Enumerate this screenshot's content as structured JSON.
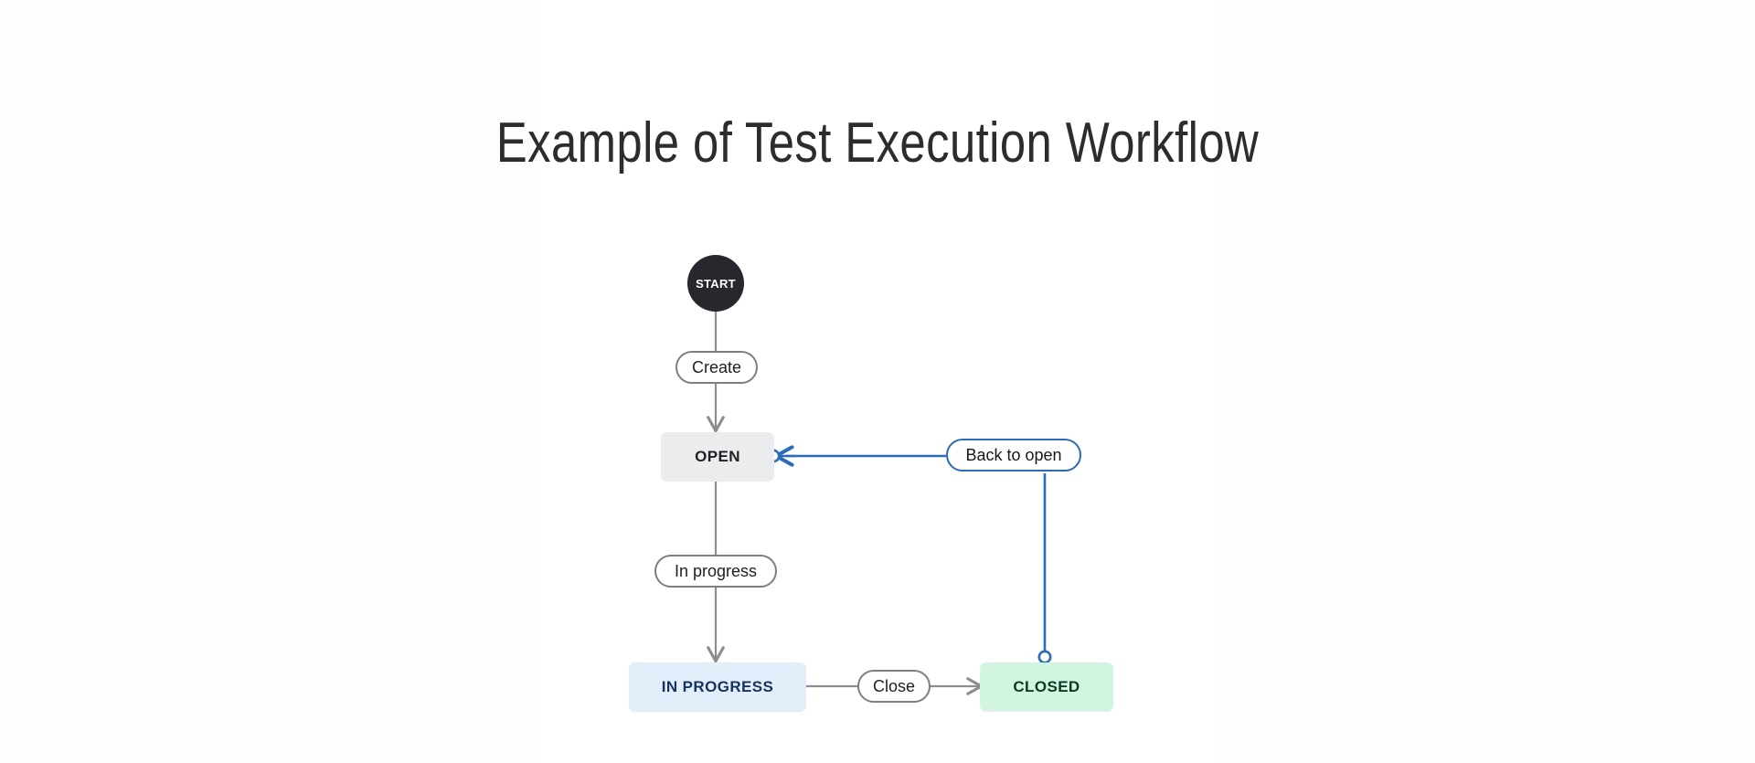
{
  "page": {
    "title": "Example of Test Execution Workflow",
    "background_color": "#fdfdfd",
    "panel_color": "#ffffff"
  },
  "diagram": {
    "type": "workflow-state-diagram",
    "nodes": [
      {
        "id": "start",
        "label": "START",
        "shape": "circle",
        "fill": "#26282d",
        "text_color": "#ffffff"
      },
      {
        "id": "open",
        "label": "OPEN",
        "shape": "rounded-rect",
        "fill": "#ebecee",
        "text_color": "#1d1f23"
      },
      {
        "id": "in_progress",
        "label": "IN PROGRESS",
        "shape": "rounded-rect",
        "fill": "#e3eefb",
        "text_color": "#17325c"
      },
      {
        "id": "closed",
        "label": "CLOSED",
        "shape": "rounded-rect",
        "fill": "#d2f5e1",
        "text_color": "#0c3a25"
      }
    ],
    "transitions": [
      {
        "id": "create",
        "label": "Create",
        "from": "start",
        "to": "open",
        "color": "#7d7f83"
      },
      {
        "id": "in_progress_t",
        "label": "In progress",
        "from": "open",
        "to": "in_progress",
        "color": "#7d7f83"
      },
      {
        "id": "close",
        "label": "Close",
        "from": "in_progress",
        "to": "closed",
        "color": "#7d7f83"
      },
      {
        "id": "back_to_open",
        "label": "Back to open",
        "from": "closed",
        "to": "open",
        "color": "#2b6cb8"
      }
    ],
    "colors": {
      "edge_gray": "#8b8d91",
      "edge_blue": "#2b6cb8"
    }
  }
}
